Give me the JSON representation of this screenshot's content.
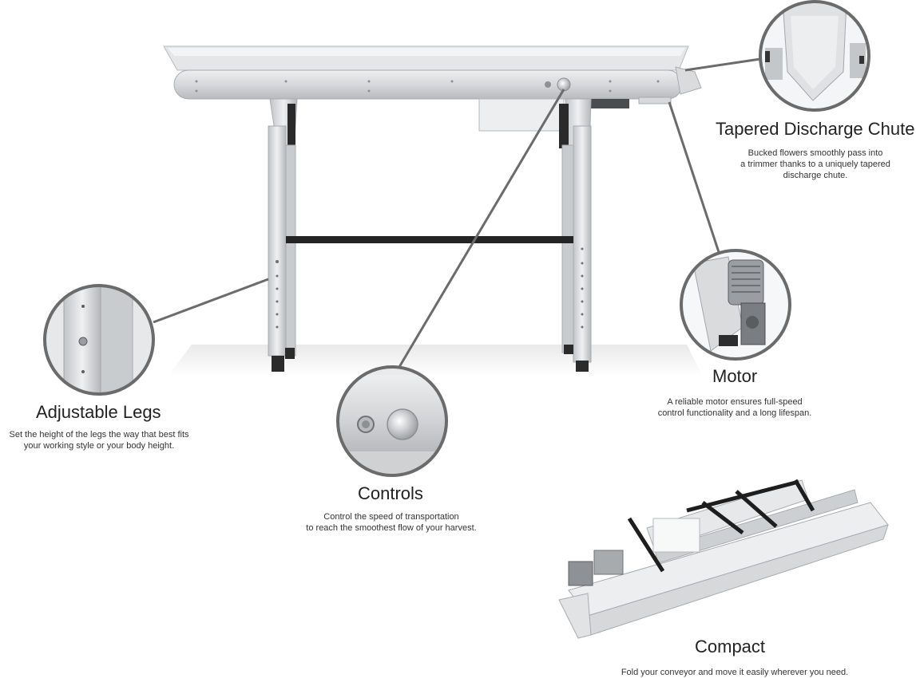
{
  "features": {
    "chute": {
      "title": "Tapered Discharge Chute",
      "desc": [
        "Bucked flowers smoothly pass into",
        "a trimmer thanks to a uniquely tapered",
        "discharge chute."
      ]
    },
    "motor": {
      "title": "Motor",
      "desc": [
        "A reliable motor ensures full-speed",
        "control functionality and a long lifespan."
      ]
    },
    "legs": {
      "title": "Adjustable Legs",
      "desc": [
        "Set the height of the legs the way that best fits",
        "your working style or your body height."
      ]
    },
    "controls": {
      "title": "Controls",
      "desc": [
        "Control the speed of transportation",
        "to reach the smoothest flow of your harvest."
      ]
    },
    "compact": {
      "title": "Compact",
      "desc": [
        "Fold your conveyor and move it easily wherever you need."
      ]
    }
  },
  "colors": {
    "steel": "#d4d6d8",
    "steel_dark": "#a9acaf",
    "frame_black": "#222222",
    "callout_ring": "#6b6b6b",
    "leader_line": "#6b6b6b"
  }
}
